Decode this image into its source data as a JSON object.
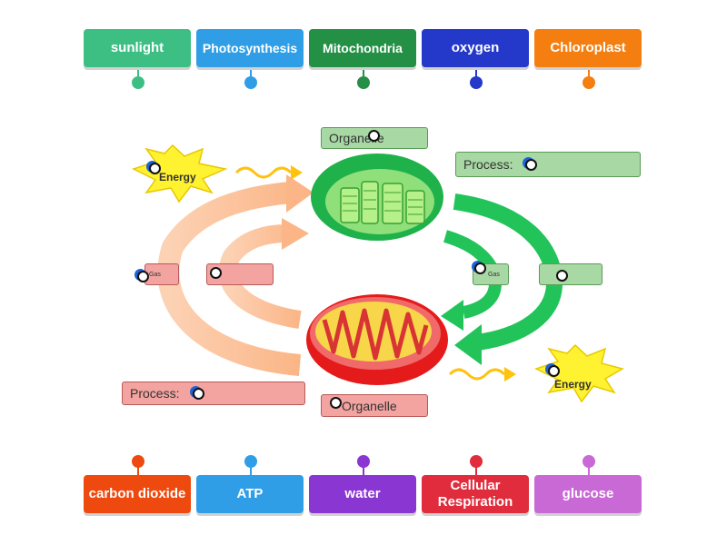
{
  "top_tiles": [
    {
      "label": "sunlight",
      "color": "#3dbf84"
    },
    {
      "label": "Photosynthesis",
      "color": "#2f9ee6"
    },
    {
      "label": "Mitochondria",
      "color": "#239045"
    },
    {
      "label": "oxygen",
      "color": "#2438c9"
    },
    {
      "label": "Chloroplast",
      "color": "#f47e10"
    }
  ],
  "bottom_tiles": [
    {
      "label": "carbon dioxide",
      "color": "#ee4a0f"
    },
    {
      "label": "ATP",
      "color": "#2f9ee6"
    },
    {
      "label": "water",
      "color": "#8a36d2"
    },
    {
      "label": "Cellular Respiration",
      "color": "#e02c3c"
    },
    {
      "label": "glucose",
      "color": "#c869d5"
    }
  ],
  "diagram": {
    "organelle_top": "Organelle",
    "organelle_bottom": "Organelle",
    "process_top": "Process:",
    "process_bottom": "Process:",
    "energy_top": "Energy",
    "energy_bottom": "Energy",
    "gas_left": "Gas",
    "gas_right": "Gas"
  }
}
